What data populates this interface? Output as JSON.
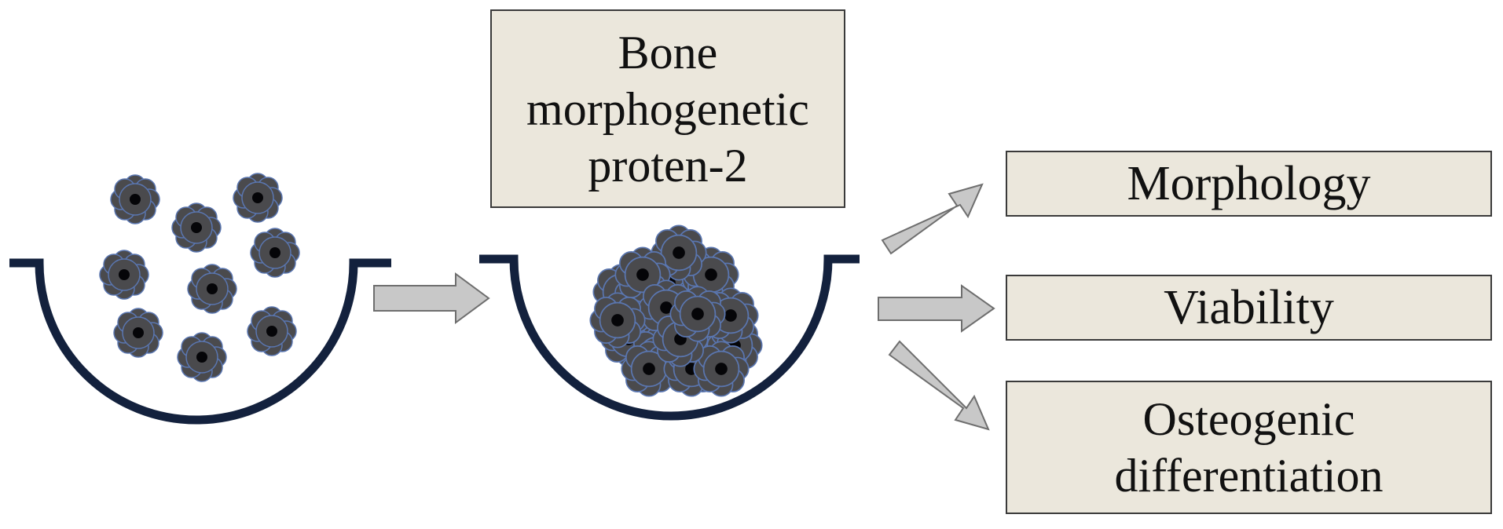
{
  "diagram": {
    "treatment_box": {
      "label": "Bone\nmorphogenetic\nproten-2"
    },
    "outcomes": [
      {
        "label": "Morphology"
      },
      {
        "label": "Viability"
      },
      {
        "label": "Osteogenic\ndifferentiation"
      }
    ],
    "colors": {
      "well": "#13213d",
      "cell_body": "#4a4a4d",
      "cell_edge": "#5a76b0",
      "nucleus": "#050508",
      "arrow_fill": "#c8c8c8",
      "arrow_stroke": "#6e6e6e",
      "box_fill": "#ebe7dc"
    }
  }
}
